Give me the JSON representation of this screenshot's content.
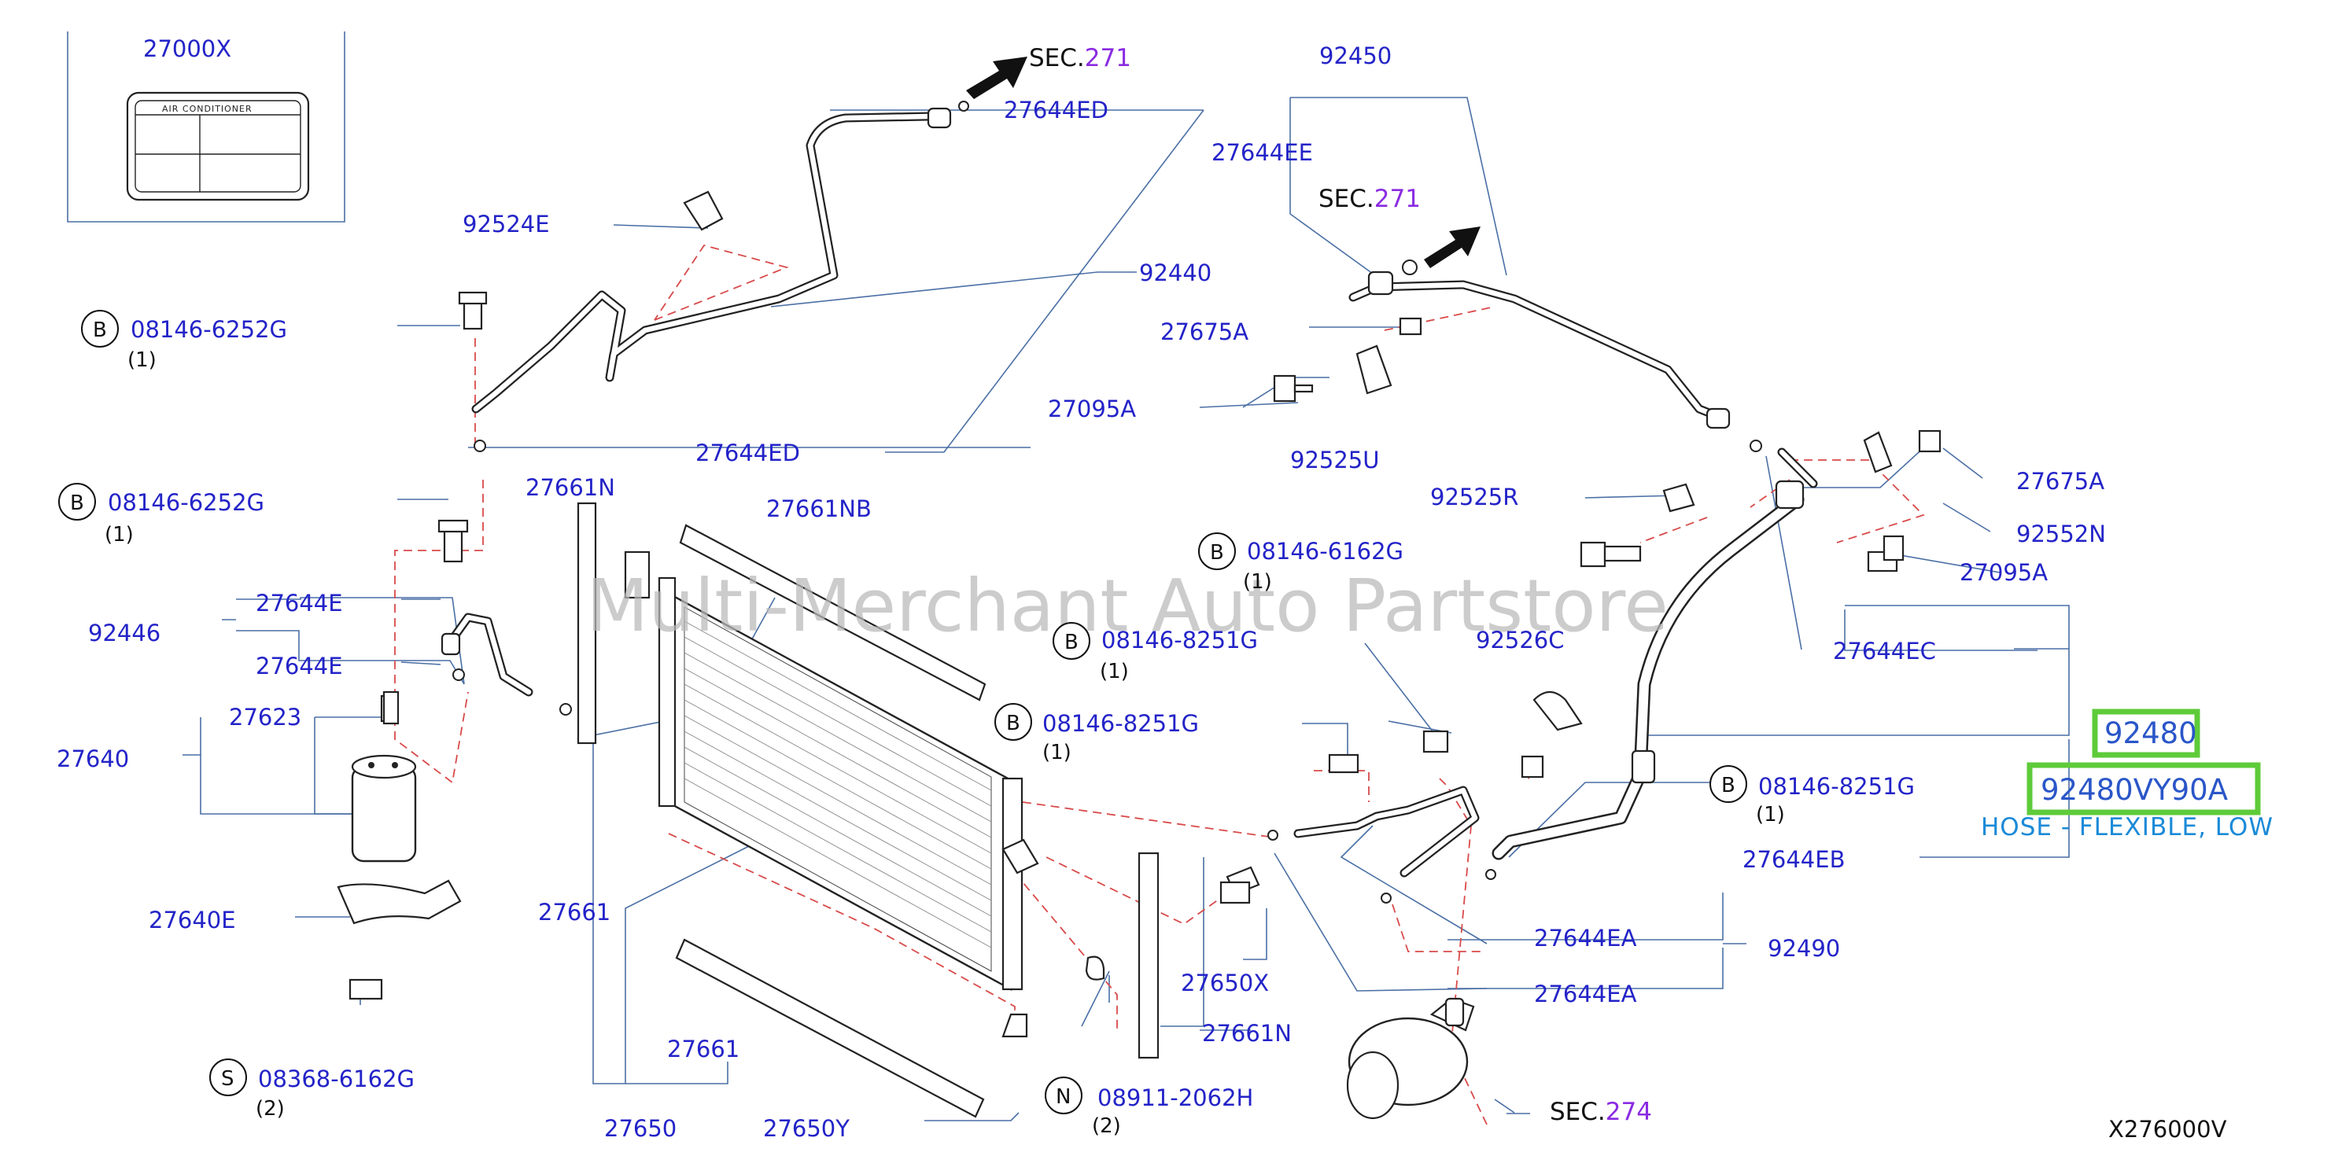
{
  "diagram_code": "X276000V",
  "watermark": "Multi-Merchant Auto Partstore",
  "highlight": {
    "part_number": "92480",
    "variant_part_number": "92480VY90A",
    "description": "HOSE - FLEXIBLE, LOW",
    "box_color": "#5ecb3a"
  },
  "sections": [
    {
      "prefix": "SEC.",
      "number": "271"
    },
    {
      "prefix": "SEC.",
      "number": "271"
    },
    {
      "prefix": "SEC.",
      "number": "274"
    }
  ],
  "label_sticker": {
    "part": "27000X",
    "caption": "AIR    CONDITIONER"
  },
  "parts": [
    {
      "id": "27644ED"
    },
    {
      "id": "92450"
    },
    {
      "id": "92524E"
    },
    {
      "id": "27644EE"
    },
    {
      "id": "92440"
    },
    {
      "id": "08146-6252G"
    },
    {
      "id": "27675A"
    },
    {
      "id": "27095A"
    },
    {
      "id": "92525U"
    },
    {
      "id": "27644ED"
    },
    {
      "id": "08146-6252G"
    },
    {
      "id": "27661N"
    },
    {
      "id": "27661NB"
    },
    {
      "id": "92525R"
    },
    {
      "id": "27675A"
    },
    {
      "id": "92552N"
    },
    {
      "id": "27095A"
    },
    {
      "id": "08146-6162G"
    },
    {
      "id": "27644E"
    },
    {
      "id": "92446"
    },
    {
      "id": "27644E"
    },
    {
      "id": "08146-8251G"
    },
    {
      "id": "92526C"
    },
    {
      "id": "27644EC"
    },
    {
      "id": "27623"
    },
    {
      "id": "27640"
    },
    {
      "id": "08146-8251G"
    },
    {
      "id": "08146-8251G"
    },
    {
      "id": "27661"
    },
    {
      "id": "27640E"
    },
    {
      "id": "27644EB"
    },
    {
      "id": "27644EA"
    },
    {
      "id": "92490"
    },
    {
      "id": "27650X"
    },
    {
      "id": "27644EA"
    },
    {
      "id": "27661N"
    },
    {
      "id": "27661"
    },
    {
      "id": "08368-6162G"
    },
    {
      "id": "08911-2062H"
    },
    {
      "id": "27650"
    },
    {
      "id": "27650Y"
    }
  ],
  "badges": [
    {
      "letter": "B",
      "qty": "(1)"
    },
    {
      "letter": "B",
      "qty": "(1)"
    },
    {
      "letter": "B",
      "qty": "(1)"
    },
    {
      "letter": "B",
      "qty": "(1)"
    },
    {
      "letter": "B",
      "qty": "(1)"
    },
    {
      "letter": "B",
      "qty": "(1)"
    },
    {
      "letter": "S",
      "qty": "(2)"
    },
    {
      "letter": "N",
      "qty": "(2)"
    }
  ]
}
